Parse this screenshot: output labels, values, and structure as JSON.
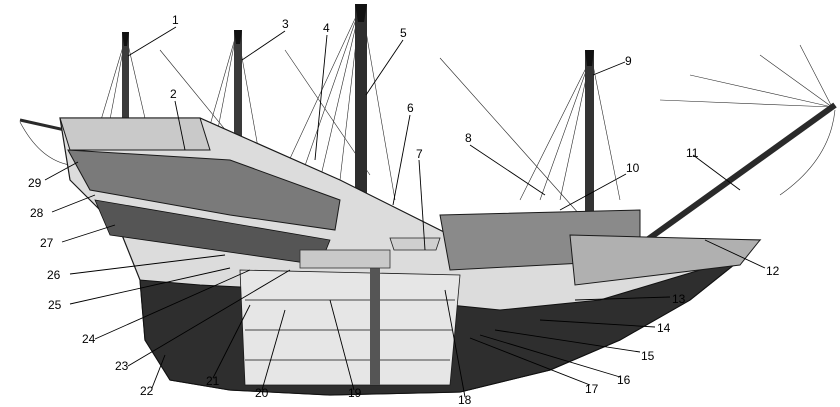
{
  "figure": {
    "kind": "cutaway illustration of a sailing ship with numbered callouts",
    "callouts": [
      {
        "num": "1"
      },
      {
        "num": "2"
      },
      {
        "num": "3"
      },
      {
        "num": "4"
      },
      {
        "num": "5"
      },
      {
        "num": "6"
      },
      {
        "num": "7"
      },
      {
        "num": "8"
      },
      {
        "num": "9"
      },
      {
        "num": "10"
      },
      {
        "num": "11"
      },
      {
        "num": "12"
      },
      {
        "num": "13"
      },
      {
        "num": "14"
      },
      {
        "num": "15"
      },
      {
        "num": "16"
      },
      {
        "num": "17"
      },
      {
        "num": "18"
      },
      {
        "num": "19"
      },
      {
        "num": "20"
      },
      {
        "num": "21"
      },
      {
        "num": "22"
      },
      {
        "num": "23"
      },
      {
        "num": "24"
      },
      {
        "num": "25"
      },
      {
        "num": "26"
      },
      {
        "num": "27"
      },
      {
        "num": "28"
      },
      {
        "num": "29"
      }
    ]
  },
  "colors": {
    "ink": "#1a1a1a",
    "hull_dark": "#2e2e2e",
    "hull_mid": "#6b6b6b",
    "deck": "#bdbdbd",
    "paper": "#ffffff"
  }
}
